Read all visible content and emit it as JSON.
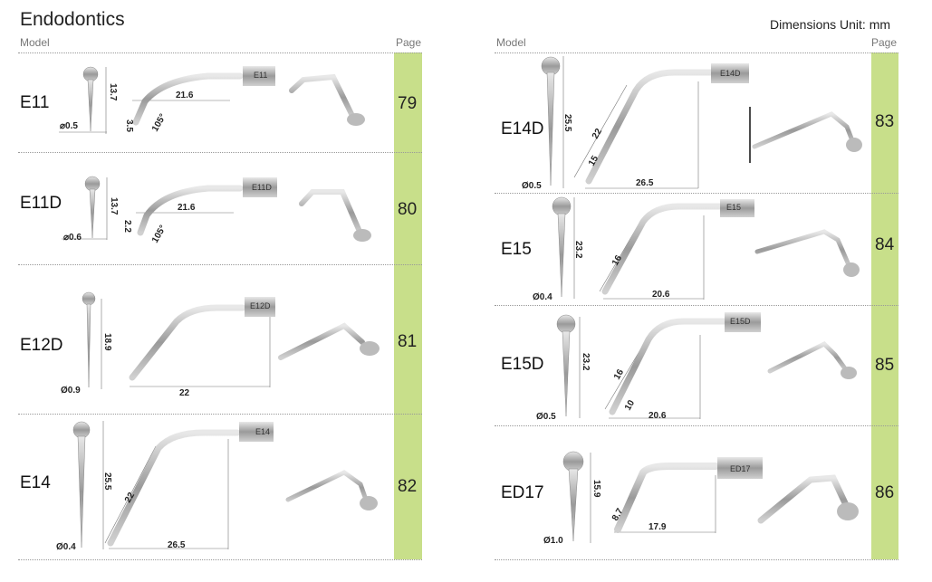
{
  "header": {
    "title": "Endodontics",
    "unit_note": "Dimensions Unit: mm",
    "model_label": "Model",
    "page_label": "Page"
  },
  "colors": {
    "page_band": "#c8df8a"
  },
  "left_rows": [
    {
      "model": "E11",
      "page": "79",
      "engraving": "E11",
      "length": "13.7",
      "diameter": "⌀0.5",
      "horizontal": "21.6",
      "tip": "3.5",
      "angle": "105°"
    },
    {
      "model": "E11D",
      "page": "80",
      "engraving": "E11D",
      "length": "13.7",
      "diameter": "⌀0.6",
      "horizontal": "21.6",
      "tip": "2.2",
      "angle": "105°"
    },
    {
      "model": "E12D",
      "page": "81",
      "engraving": "E12D",
      "length": "18.9",
      "diameter": "Ø0.9",
      "horizontal": "22"
    },
    {
      "model": "E14",
      "page": "82",
      "engraving": "E14",
      "length": "25.5",
      "diameter": "Ø0.4",
      "slant": "22",
      "horizontal": "26.5"
    }
  ],
  "right_rows": [
    {
      "model": "E14D",
      "page": "83",
      "engraving": "E14D",
      "length": "25.5",
      "diameter": "Ø0.5",
      "slant": "22",
      "slant2": "15",
      "horizontal": "26.5"
    },
    {
      "model": "E15",
      "page": "84",
      "engraving": "E15",
      "length": "23.2",
      "diameter": "Ø0.4",
      "slant": "16",
      "horizontal": "20.6"
    },
    {
      "model": "E15D",
      "page": "85",
      "engraving": "E15D",
      "length": "23.2",
      "diameter": "Ø0.5",
      "slant": "16",
      "slant2": "10",
      "horizontal": "20.6"
    },
    {
      "model": "ED17",
      "page": "86",
      "engraving": "ED17",
      "length": "15.9",
      "diameter": "Ø1.0",
      "slant": "8.7",
      "horizontal": "17.9"
    }
  ]
}
